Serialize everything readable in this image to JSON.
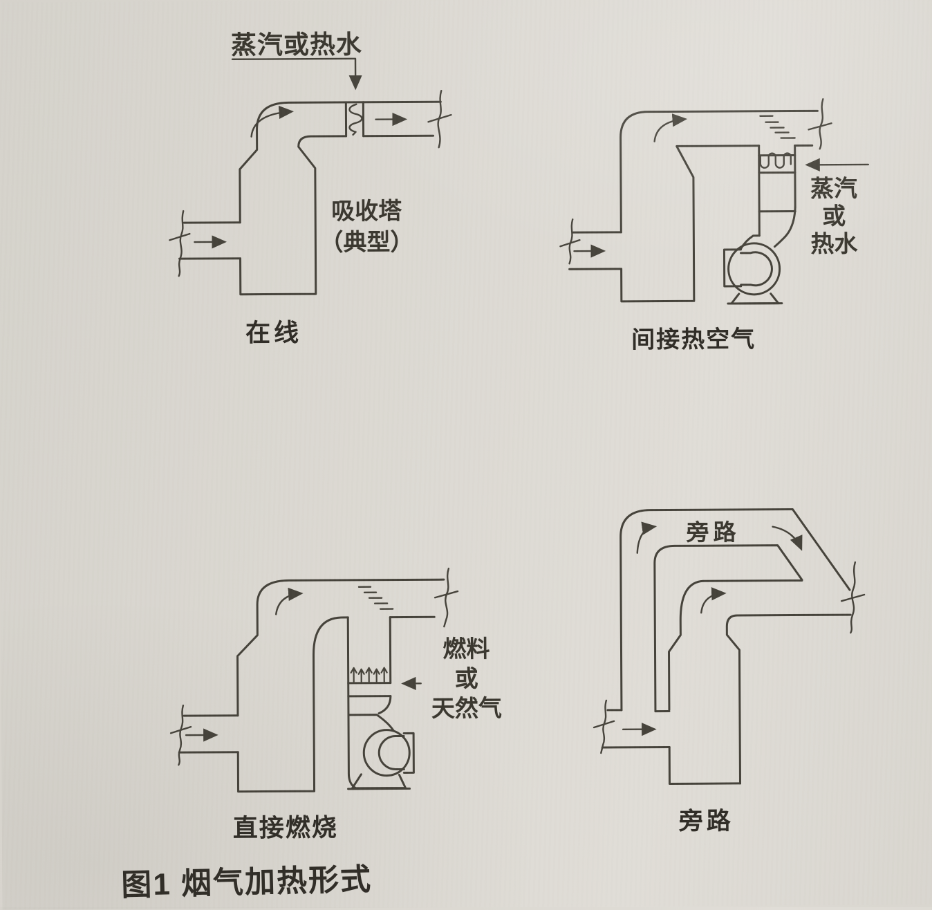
{
  "page": {
    "background_color": "#dbd8d1",
    "ink_color": "#45423a",
    "text_color": "#3a372f"
  },
  "figure": {
    "caption": "图1 烟气加热形式",
    "diagrams": {
      "inline": {
        "caption": "在线",
        "steam_label": "蒸汽或热水",
        "absorber_label_line1": "吸收塔",
        "absorber_label_line2": "（典型）"
      },
      "indirect": {
        "caption": "间接热空气",
        "steam_label_line1": "蒸汽",
        "steam_label_line2": "或",
        "steam_label_line3": "热水"
      },
      "direct": {
        "caption": "直接燃烧",
        "fuel_label_line1": "燃料",
        "fuel_label_line2": "或",
        "fuel_label_line3": "天然气"
      },
      "bypass": {
        "caption": "旁路",
        "bypass_duct_label": "旁路"
      }
    }
  }
}
